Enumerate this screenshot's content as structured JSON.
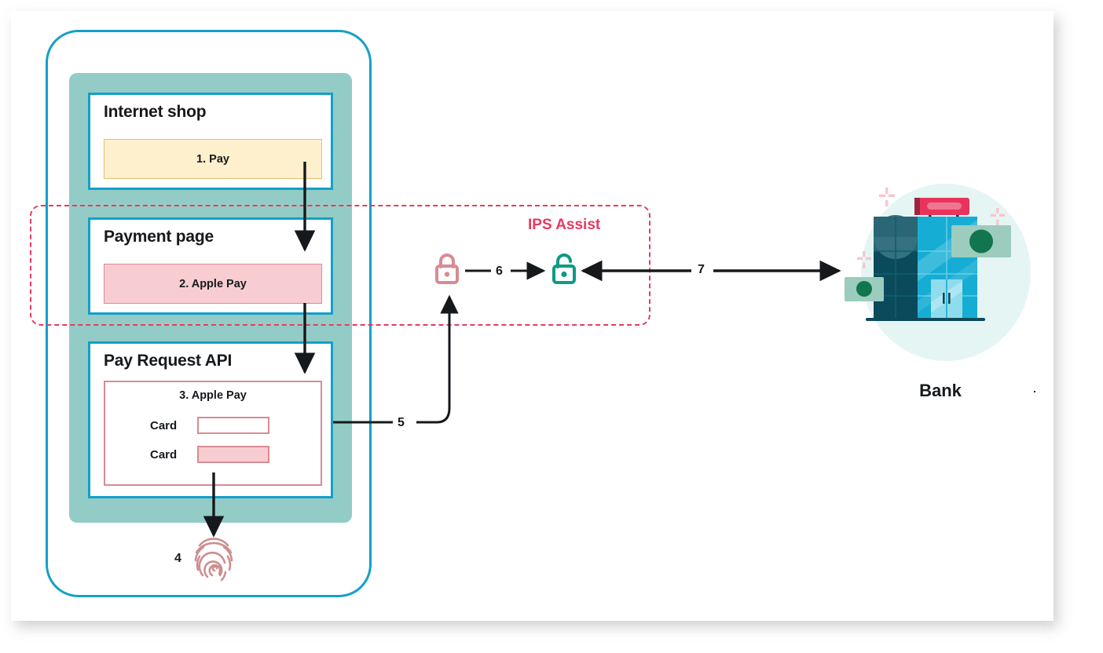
{
  "diagram": {
    "title_region_label": "IPS Assist",
    "accent_colors": {
      "cyan_border": "#14A0C8",
      "mint_panel": "#93CCC6",
      "pink_dashed": "#E83A5F",
      "pink_fill": "#F8CDD1",
      "pink_stroke": "#D98B92",
      "cream_fill": "#FEF0CD",
      "cream_stroke": "#E2BE72",
      "teal_lock": "#0E9B83",
      "arrow_black": "#16191C"
    }
  },
  "phone": {
    "screens": [
      {
        "title": "Internet shop",
        "action": {
          "label": "1. Pay",
          "style": "cream"
        }
      },
      {
        "title": "Payment page",
        "action": {
          "label": "2. Apple Pay",
          "style": "pink"
        }
      },
      {
        "title": "Pay Request API",
        "panel": {
          "heading": "3. Apple Pay",
          "rows": [
            {
              "label": "Card",
              "value": "",
              "filled": false
            },
            {
              "label": "Card",
              "value": "",
              "filled": true
            }
          ]
        }
      }
    ]
  },
  "steps": {
    "four": "4",
    "five": "5",
    "six": "6",
    "seven": "7"
  },
  "icons": {
    "fingerprint": "fingerprint-icon",
    "lock_closed": "lock-closed-icon",
    "lock_open": "lock-open-icon"
  },
  "bank": {
    "label": "Bank"
  }
}
